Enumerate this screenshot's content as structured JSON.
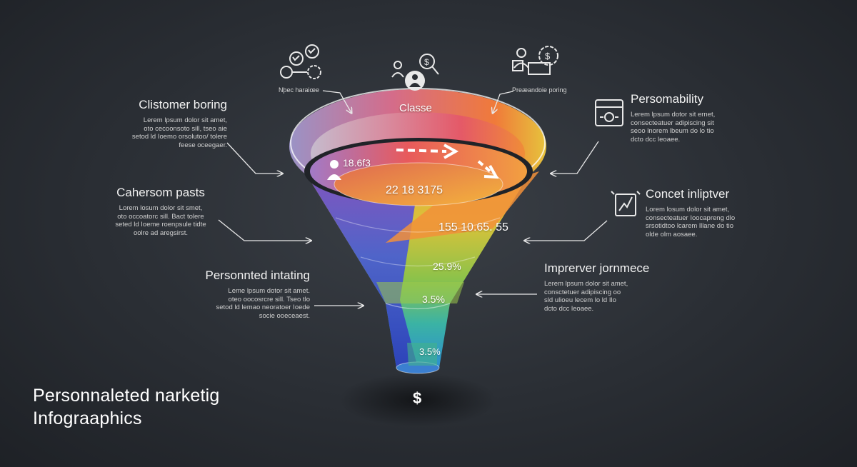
{
  "title": {
    "line1": "Personnaleted narketig",
    "line2": "Infograaphics"
  },
  "top_icons": {
    "left_label": "Nþec haraiœe",
    "right_label": "Preæandoie poring"
  },
  "funnel": {
    "rim_label": "Classe",
    "layer1_value": "18.6f3",
    "layer2_value": "22 18 3175",
    "layer3_value": "155 10.65. 55",
    "layer4_value": "25.9%",
    "layer5_value": "3.5%",
    "layer6_value": "3.5%",
    "bottom_symbol": "$"
  },
  "left_blocks": [
    {
      "heading": "Clistomer boring",
      "body": "Lerem lpsum dolor sit amet,\noto cecoonsoto sill, tseo aie\nsetod ld Ioemo orsolutoo/ tolere\nfeese oceegaer."
    },
    {
      "heading": "Cahersom pasts",
      "body": "Lorem losum dolor sit smet,\noto occoatorc sill. Bact tolere\nseted ld Ioeme roenpsule tidte\noolre ad aregsirst."
    },
    {
      "heading": "Personnted intating",
      "body": "Leme lpsum dotor sit amet.\noteo oocosrcre sill. Tseo tlo\nsetod ld lemao neoratoer Ioede\nsocie ooeceaest."
    }
  ],
  "right_blocks": [
    {
      "heading": "Persomability",
      "body": "Lerem lpsum dotor sit ernet,\nconsecteatuer adipiscing sit\nseoo lnorem lbeum do lo tio\ndcto dcc leoaee."
    },
    {
      "heading": "Concet inliptver",
      "body": "Lorem losum dolor sit amet,\nconsecteatuer Ioocapreng dlo\nsrsotidtoo lcarem lllane do tio\nolde olm aosaee."
    },
    {
      "heading": "Imprerver jornmece",
      "body": "Lerem lpsum dolor sit amet,\nconsctetuer adipiscing oo\nsld ulioeu lecem lo ld Ilo\ndcto dcc leoaee."
    }
  ],
  "icons": [
    "workflow-gear-icon",
    "user-dollar-search-icon",
    "user-gear-dollar-icon",
    "browser-window-icon",
    "chart-monitor-icon"
  ],
  "colors": {
    "background": "#2a2e34",
    "funnel_red": "#e8434f",
    "funnel_orange": "#f08a2a",
    "funnel_yellow": "#e2c43a",
    "funnel_green": "#8bc34a",
    "funnel_blue": "#2f74d4",
    "funnel_purple": "#7b3fb8"
  }
}
